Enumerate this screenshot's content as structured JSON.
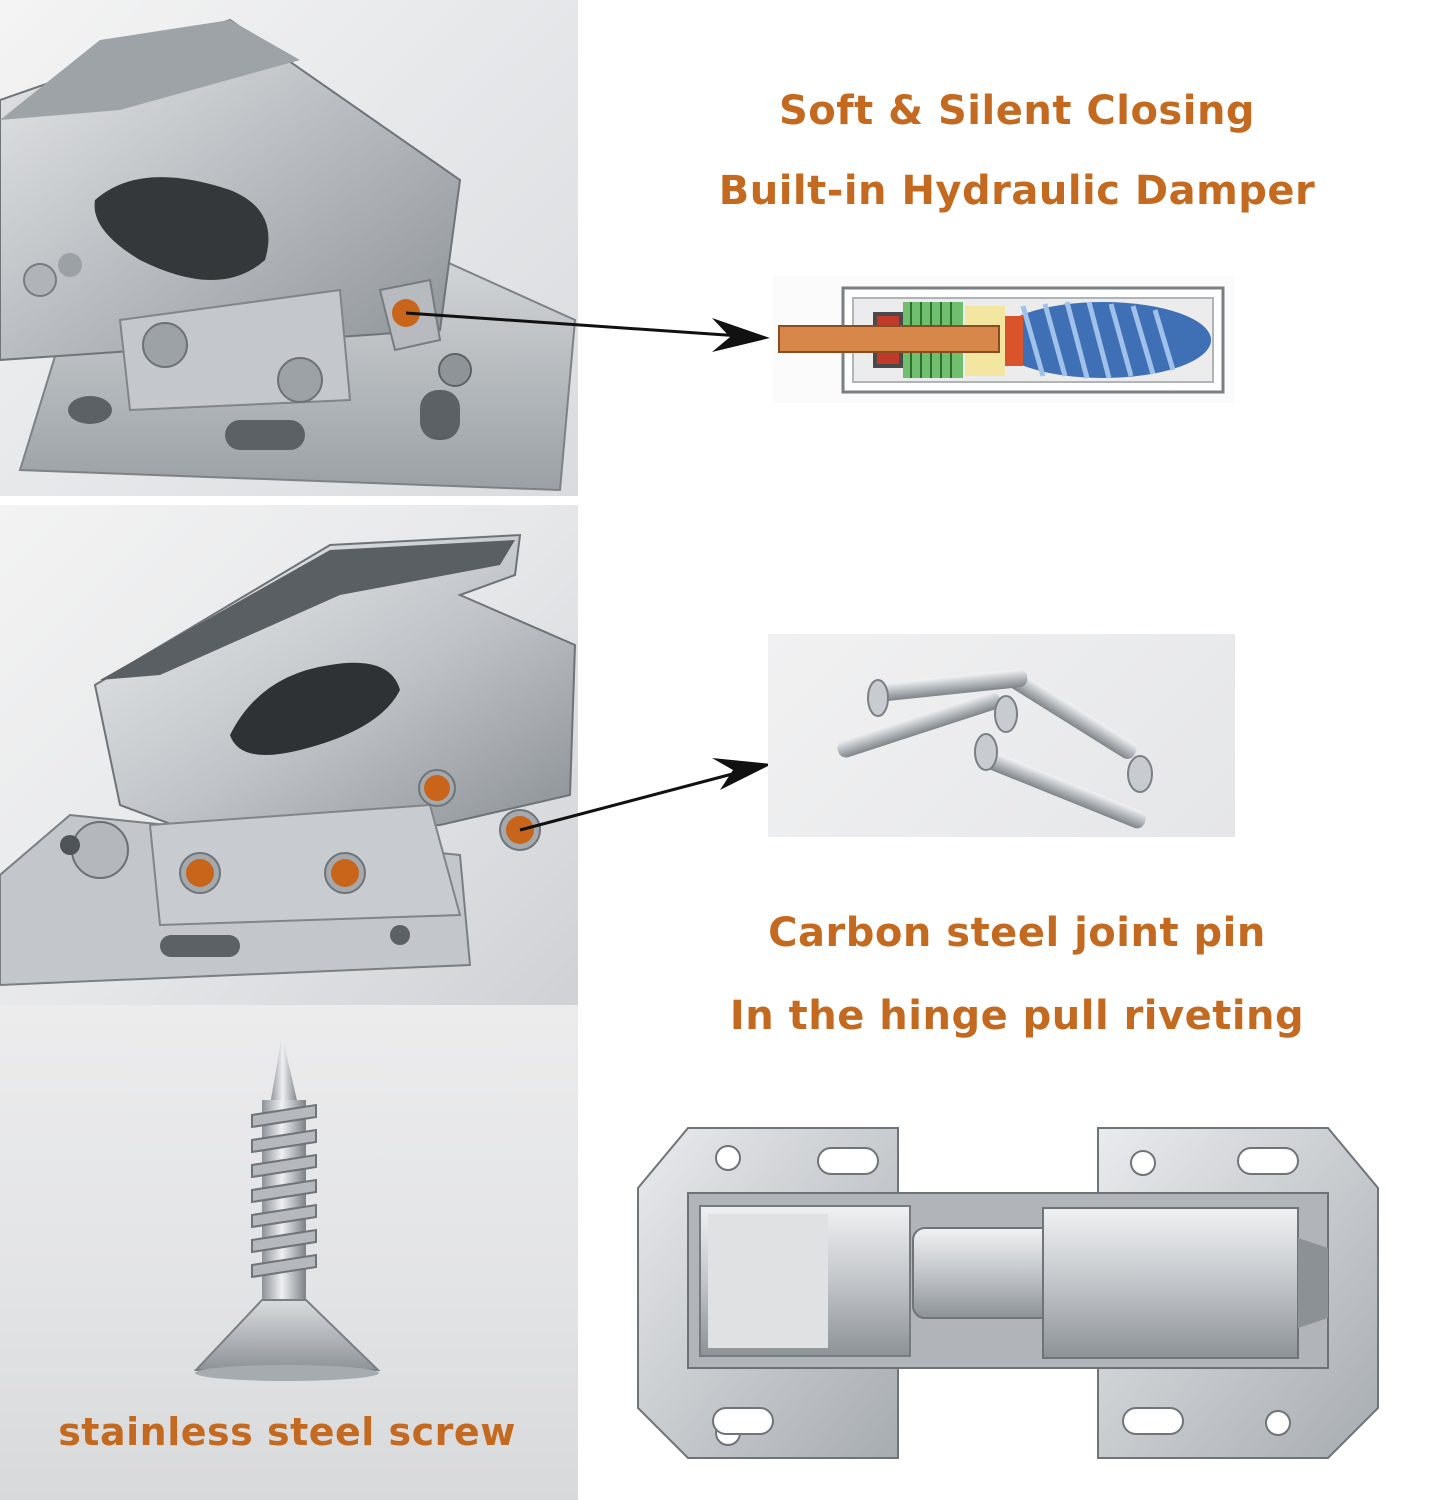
{
  "headlines": {
    "line1": "Soft & Silent Closing",
    "line2": "Built-in Hydraulic Damper",
    "line3": "Carbon steel joint pin",
    "line4": "In the hinge pull riveting"
  },
  "screw_caption": "stainless steel screw",
  "colors": {
    "headline_text": "#c46a20",
    "marker_dot": "#c9651b",
    "steel": "#c7cacd",
    "arrow": "#111111"
  },
  "icons": {
    "hinge_photo": "hinge-photo-icon",
    "damper_cutaway": "damper-cutaway-icon",
    "rivet_pins": "rivet-pins-icon",
    "wood_screw": "wood-screw-icon",
    "open_hinge": "open-hinge-icon"
  }
}
